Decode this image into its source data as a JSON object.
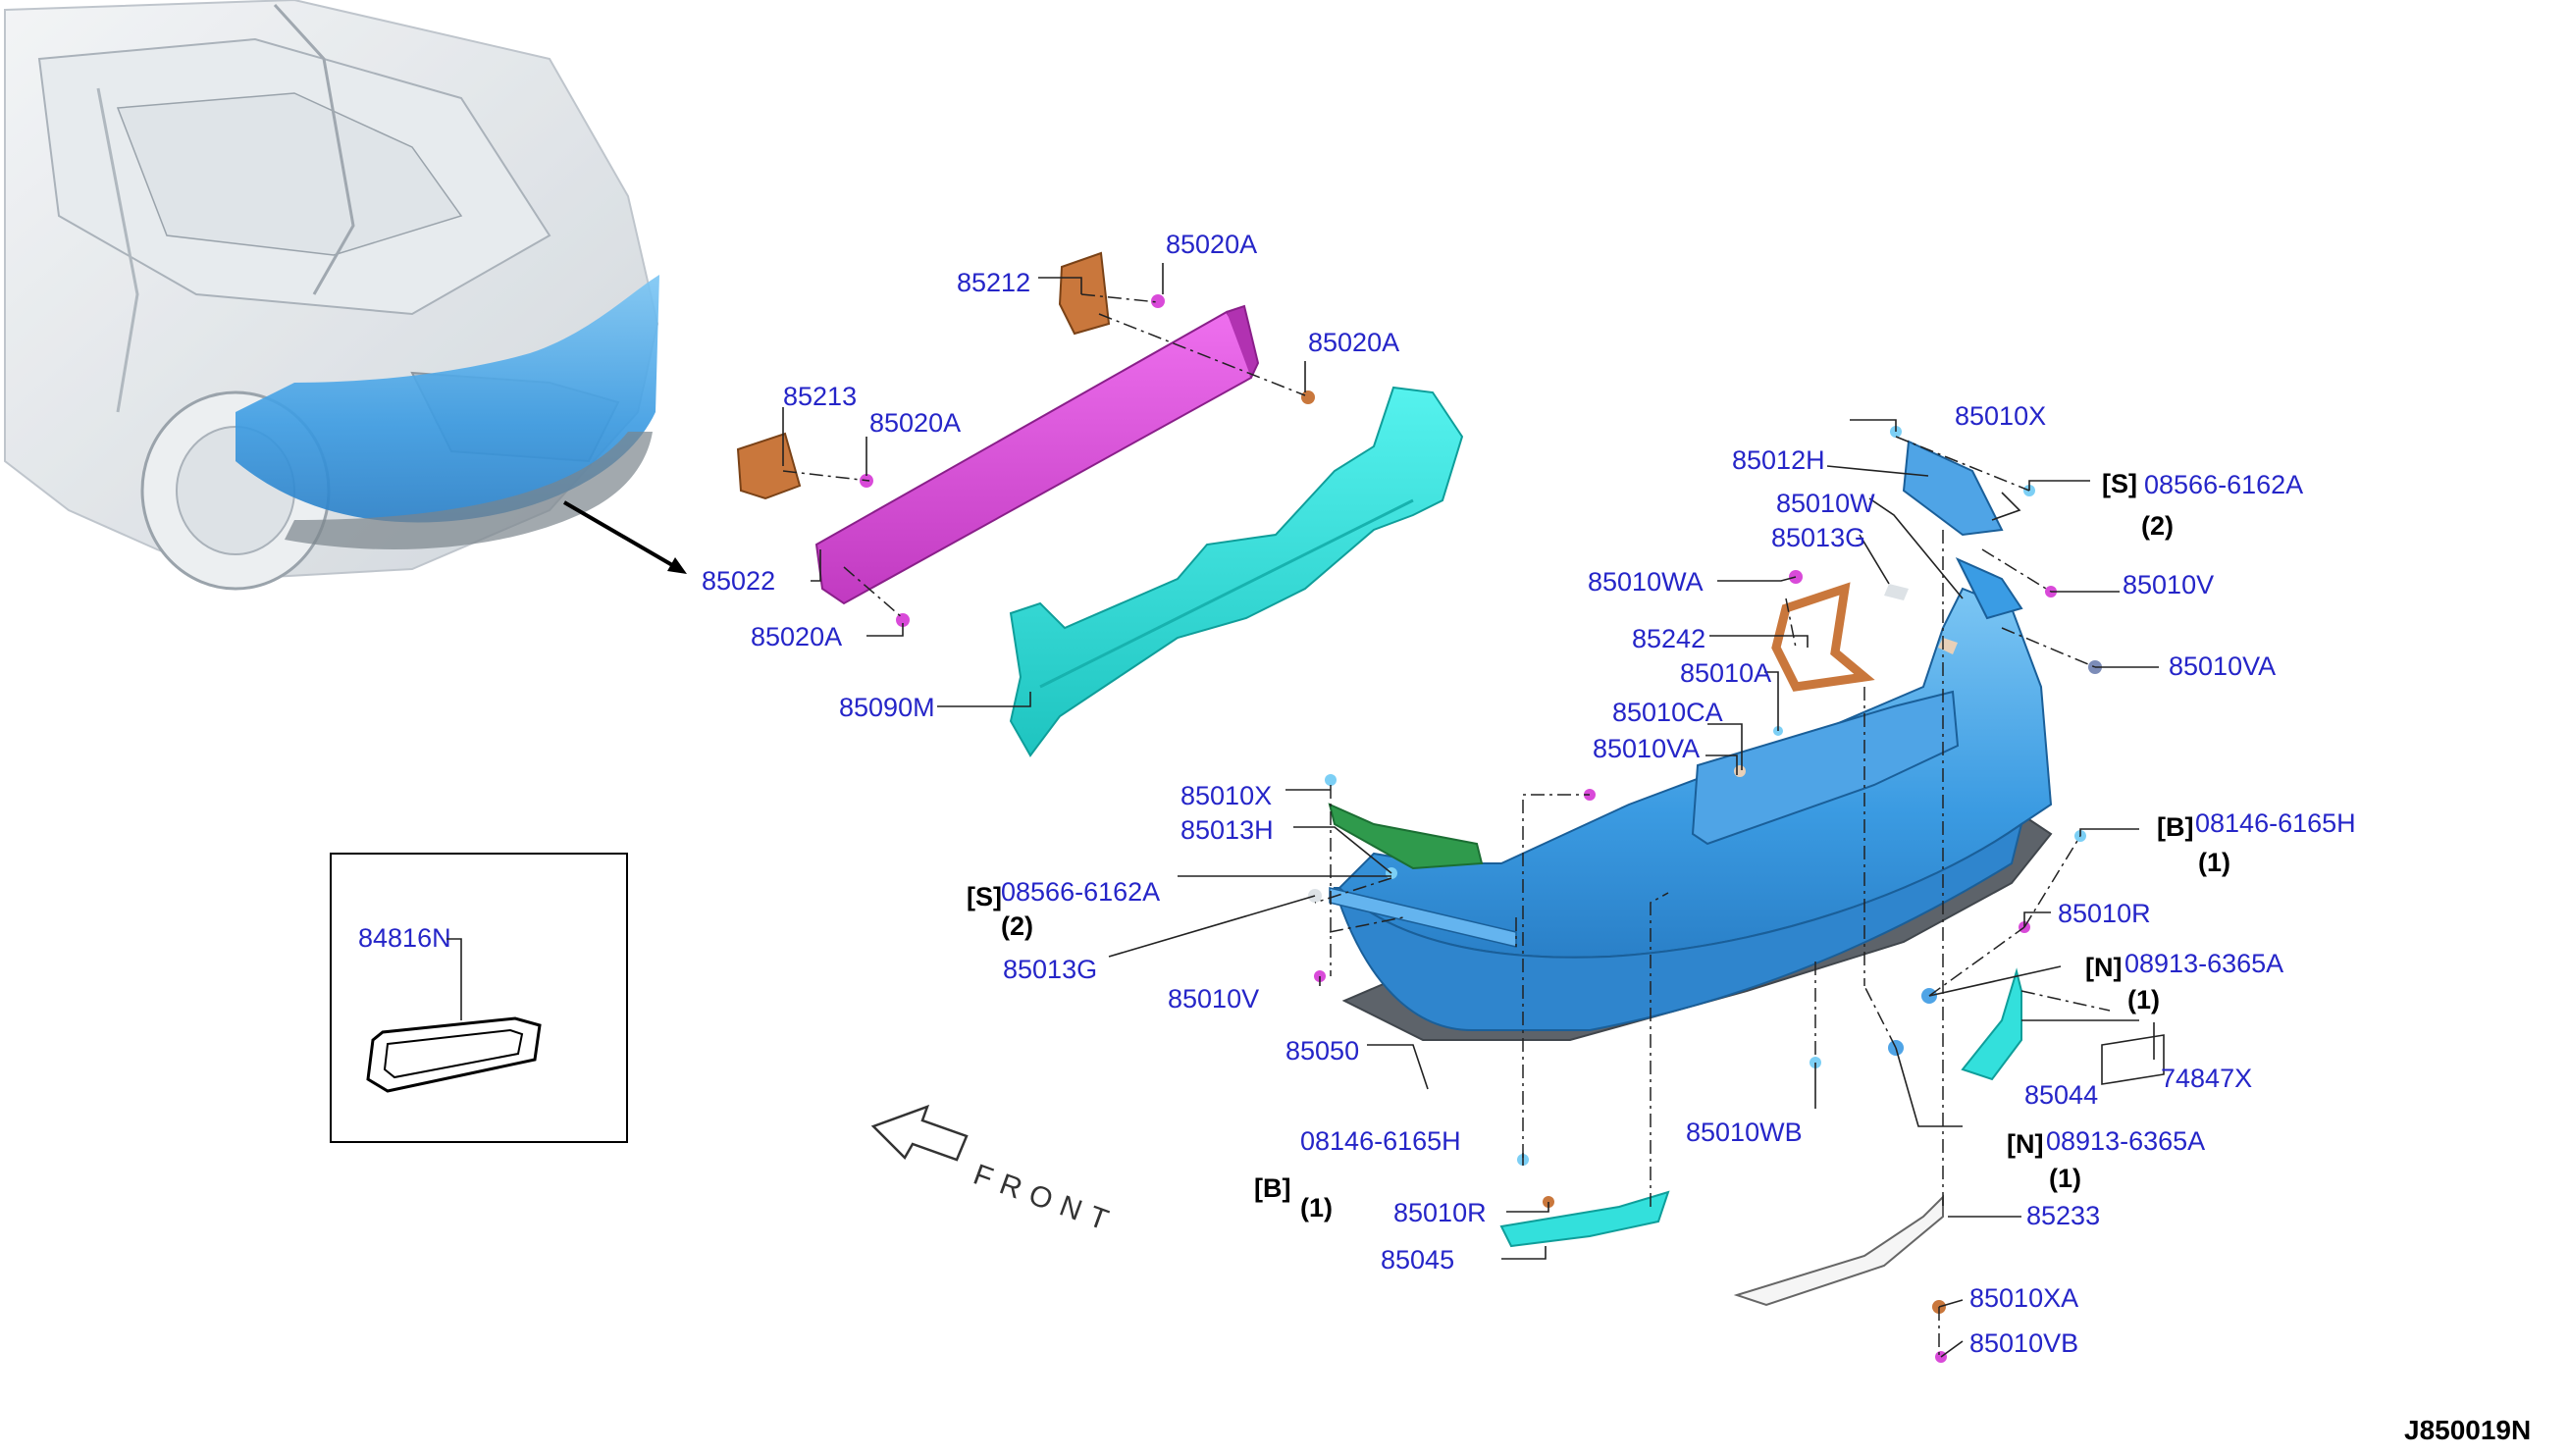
{
  "diagram_code": "J850019N",
  "direction_label": "FRONT",
  "inset": {
    "part": "84816N"
  },
  "parts": {
    "p85212": "85212",
    "p85020A_1": "85020A",
    "p85020A_2": "85020A",
    "p85213": "85213",
    "p85020A_3": "85020A",
    "p85022": "85022",
    "p85020A_4": "85020A",
    "p85090M": "85090M",
    "p85010X_1": "85010X",
    "p85012H": "85012H",
    "s_08566_right": "08566-6162A",
    "p85010W": "85010W",
    "p85013G_1": "85013G",
    "p85010WA": "85010WA",
    "p85010V_1": "85010V",
    "p85242": "85242",
    "p85010VA_1": "85010VA",
    "p85010A": "85010A",
    "p85010CA": "85010CA",
    "p85010VA_2": "85010VA",
    "p85010X_2": "85010X",
    "p85013H": "85013H",
    "b_08146_right": "08146-6165H",
    "s_08566_left": "08566-6162A",
    "p85013G_2": "85013G",
    "p85010R_1": "85010R",
    "n_08913_1": "08913-6365A",
    "p85010V_2": "85010V",
    "p85050": "85050",
    "p85044": "85044",
    "p74847X": "74847X",
    "p85010WB": "85010WB",
    "n_08913_2": "08913-6365A",
    "b_08146_left": "08146-6165H",
    "p85233": "85233",
    "p85010R_2": "85010R",
    "p85045": "85045",
    "p85010XA": "85010XA",
    "p85010VB": "85010VB"
  },
  "qualifiers": {
    "S": "[S]",
    "B": "[B]",
    "N": "[N]",
    "q2": "(2)",
    "q1": "(1)"
  },
  "colors": {
    "label": "#2525c8",
    "bumper_cover": "#3aa0e6",
    "absorber": "#33e0dc",
    "reinforcement": "#d94ad9",
    "bracket": "#c9773c",
    "green_bracket": "#2f9a4c",
    "car_ghost": "#d8dde2"
  }
}
